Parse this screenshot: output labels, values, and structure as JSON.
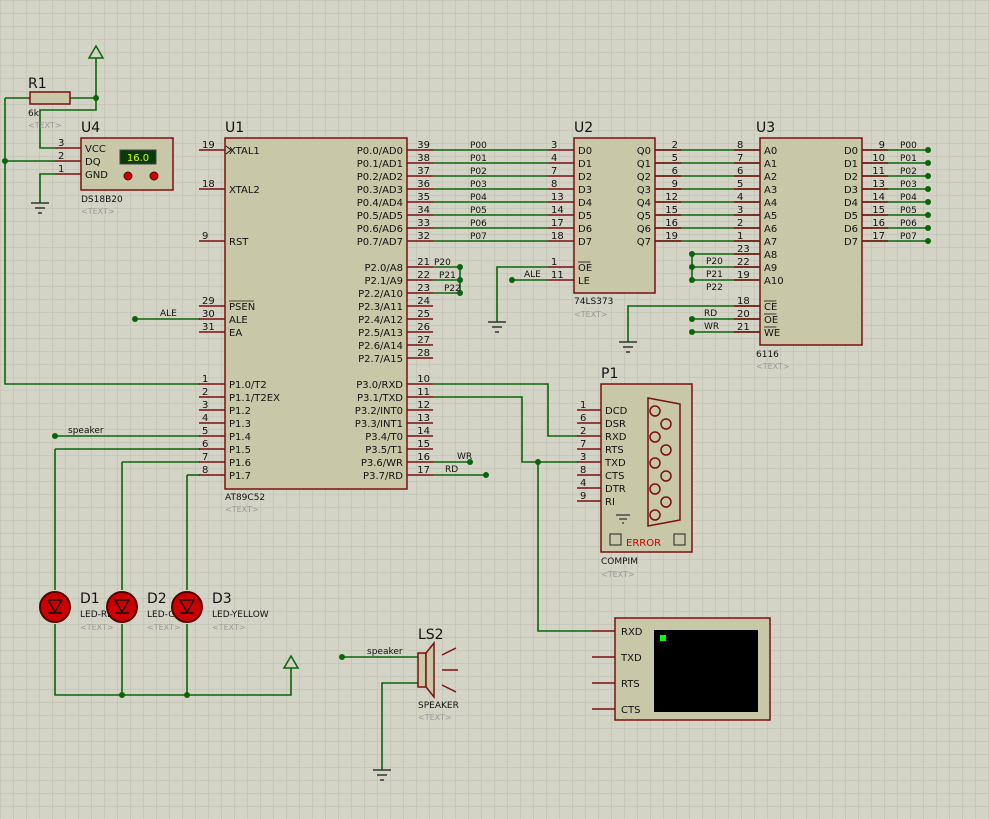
{
  "components": {
    "r1": {
      "ref": "R1",
      "value": "6k",
      "text": "<TEXT>"
    },
    "u4": {
      "ref": "U4",
      "model": "DS18B20",
      "text": "<TEXT>",
      "reading": "16.0",
      "pins": [
        {
          "n": "3",
          "name": "VCC"
        },
        {
          "n": "2",
          "name": "DQ"
        },
        {
          "n": "1",
          "name": "GND"
        }
      ]
    },
    "u1": {
      "ref": "U1",
      "model": "AT89C52",
      "text": "<TEXT>",
      "left_pins": [
        {
          "n": "19",
          "name": "XTAL1"
        },
        {
          "n": "18",
          "name": "XTAL2"
        },
        {
          "n": "9",
          "name": "RST"
        },
        {
          "n": "29",
          "name": "PSEN"
        },
        {
          "n": "30",
          "name": "ALE"
        },
        {
          "n": "31",
          "name": "EA"
        },
        {
          "n": "1",
          "name": "P1.0/T2"
        },
        {
          "n": "2",
          "name": "P1.1/T2EX"
        },
        {
          "n": "3",
          "name": "P1.2"
        },
        {
          "n": "4",
          "name": "P1.3"
        },
        {
          "n": "5",
          "name": "P1.4"
        },
        {
          "n": "6",
          "name": "P1.5"
        },
        {
          "n": "7",
          "name": "P1.6"
        },
        {
          "n": "8",
          "name": "P1.7"
        }
      ],
      "right_pins": [
        {
          "n": "39",
          "name": "P0.0/AD0"
        },
        {
          "n": "38",
          "name": "P0.1/AD1"
        },
        {
          "n": "37",
          "name": "P0.2/AD2"
        },
        {
          "n": "36",
          "name": "P0.3/AD3"
        },
        {
          "n": "35",
          "name": "P0.4/AD4"
        },
        {
          "n": "34",
          "name": "P0.5/AD5"
        },
        {
          "n": "33",
          "name": "P0.6/AD6"
        },
        {
          "n": "32",
          "name": "P0.7/AD7"
        },
        {
          "n": "21",
          "name": "P2.0/A8"
        },
        {
          "n": "22",
          "name": "P2.1/A9"
        },
        {
          "n": "23",
          "name": "P2.2/A10"
        },
        {
          "n": "24",
          "name": "P2.3/A11"
        },
        {
          "n": "25",
          "name": "P2.4/A12"
        },
        {
          "n": "26",
          "name": "P2.5/A13"
        },
        {
          "n": "27",
          "name": "P2.6/A14"
        },
        {
          "n": "28",
          "name": "P2.7/A15"
        },
        {
          "n": "10",
          "name": "P3.0/RXD"
        },
        {
          "n": "11",
          "name": "P3.1/TXD"
        },
        {
          "n": "12",
          "name": "P3.2/INT0"
        },
        {
          "n": "13",
          "name": "P3.3/INT1"
        },
        {
          "n": "14",
          "name": "P3.4/T0"
        },
        {
          "n": "15",
          "name": "P3.5/T1"
        },
        {
          "n": "16",
          "name": "P3.6/WR"
        },
        {
          "n": "17",
          "name": "P3.7/RD"
        }
      ]
    },
    "u2": {
      "ref": "U2",
      "model": "74LS373",
      "text": "<TEXT>",
      "left_pins": [
        {
          "n": "3",
          "name": "D0"
        },
        {
          "n": "4",
          "name": "D1"
        },
        {
          "n": "7",
          "name": "D2"
        },
        {
          "n": "8",
          "name": "D3"
        },
        {
          "n": "13",
          "name": "D4"
        },
        {
          "n": "14",
          "name": "D5"
        },
        {
          "n": "17",
          "name": "D6"
        },
        {
          "n": "18",
          "name": "D7"
        },
        {
          "n": "1",
          "name": "OE"
        },
        {
          "n": "11",
          "name": "LE"
        }
      ],
      "right_pins": [
        {
          "n": "2",
          "name": "Q0"
        },
        {
          "n": "5",
          "name": "Q1"
        },
        {
          "n": "6",
          "name": "Q2"
        },
        {
          "n": "9",
          "name": "Q3"
        },
        {
          "n": "12",
          "name": "Q4"
        },
        {
          "n": "15",
          "name": "Q5"
        },
        {
          "n": "16",
          "name": "Q6"
        },
        {
          "n": "19",
          "name": "Q7"
        }
      ]
    },
    "u3": {
      "ref": "U3",
      "model": "6116",
      "text": "<TEXT>",
      "left_pins": [
        {
          "n": "8",
          "name": "A0"
        },
        {
          "n": "7",
          "name": "A1"
        },
        {
          "n": "6",
          "name": "A2"
        },
        {
          "n": "5",
          "name": "A3"
        },
        {
          "n": "4",
          "name": "A4"
        },
        {
          "n": "3",
          "name": "A5"
        },
        {
          "n": "2",
          "name": "A6"
        },
        {
          "n": "1",
          "name": "A7"
        },
        {
          "n": "23",
          "name": "A8"
        },
        {
          "n": "22",
          "name": "A9"
        },
        {
          "n": "19",
          "name": "A10"
        },
        {
          "n": "18",
          "name": "CE"
        },
        {
          "n": "20",
          "name": "OE"
        },
        {
          "n": "21",
          "name": "WE"
        }
      ],
      "right_pins": [
        {
          "n": "9",
          "name": "D0"
        },
        {
          "n": "10",
          "name": "D1"
        },
        {
          "n": "11",
          "name": "D2"
        },
        {
          "n": "13",
          "name": "D3"
        },
        {
          "n": "14",
          "name": "D4"
        },
        {
          "n": "15",
          "name": "D5"
        },
        {
          "n": "16",
          "name": "D6"
        },
        {
          "n": "17",
          "name": "D7"
        }
      ]
    },
    "p1": {
      "ref": "P1",
      "model": "COMPIM",
      "text": "<TEXT>",
      "error": "ERROR",
      "pins": [
        {
          "n": "1",
          "name": "DCD"
        },
        {
          "n": "6",
          "name": "DSR"
        },
        {
          "n": "2",
          "name": "RXD"
        },
        {
          "n": "7",
          "name": "RTS"
        },
        {
          "n": "3",
          "name": "TXD"
        },
        {
          "n": "8",
          "name": "CTS"
        },
        {
          "n": "4",
          "name": "DTR"
        },
        {
          "n": "9",
          "name": "RI"
        }
      ]
    },
    "terminal": {
      "pins": [
        "RXD",
        "TXD",
        "RTS",
        "CTS"
      ]
    },
    "d1": {
      "ref": "D1",
      "model": "LED-RED",
      "text": "<TEXT>"
    },
    "d2": {
      "ref": "D2",
      "model": "LED-GREEN",
      "text": "<TEXT>"
    },
    "d3": {
      "ref": "D3",
      "model": "LED-YELLOW",
      "text": "<TEXT>"
    },
    "ls2": {
      "ref": "LS2",
      "model": "SPEAKER",
      "text": "<TEXT>"
    }
  },
  "nets": {
    "p0_bus": [
      "P00",
      "P01",
      "P02",
      "P03",
      "P04",
      "P05",
      "P06",
      "P07"
    ],
    "p2_low": [
      "P20",
      "P21",
      "P22"
    ],
    "ale": "ALE",
    "speaker": "speaker",
    "wr": "WR",
    "rd": "RD"
  },
  "colors": {
    "background": "#d4d4c6",
    "grid": "#bcbcae",
    "body": "#c8c8a8",
    "border": "#7a1010",
    "wire": "#0a640a",
    "led": "#cc0000",
    "lcd": "#d6ff00"
  }
}
